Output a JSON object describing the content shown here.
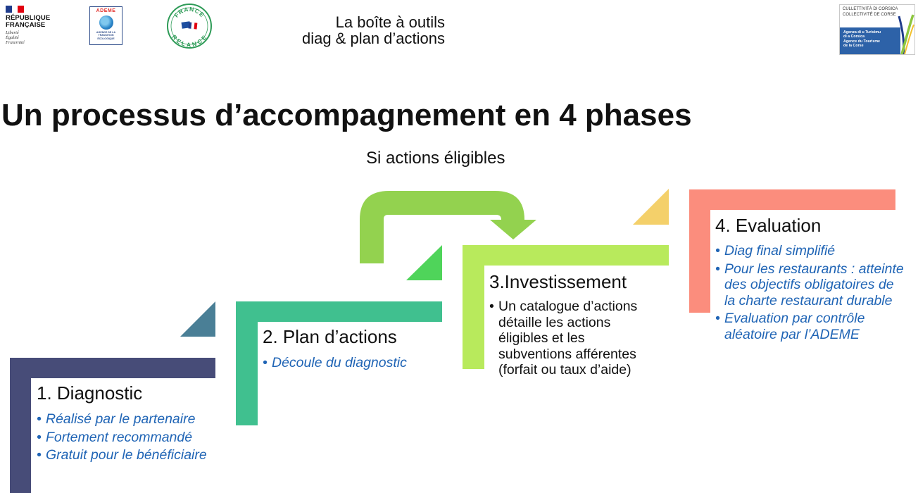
{
  "header": {
    "title_line1": "La boîte à outils",
    "title_line2": "diag & plan d’actions",
    "logos": {
      "republique": {
        "name_line1": "RÉPUBLIQUE",
        "name_line2": "FRANÇAISE",
        "motto": [
          "Liberté",
          "Égalité",
          "Fraternité"
        ]
      },
      "ademe": {
        "name": "ADEME",
        "subtitle": [
          "AGENCE DE LA",
          "TRANSITION",
          "ÉCOLOGIQUE"
        ]
      },
      "france_relance": {
        "top": "FRANCE",
        "bottom": "RELANCE"
      },
      "corsica": {
        "line1": "CULLETTIVITÀ DI CORSICA",
        "line2": "COLLECTIVITÉ DE CORSE",
        "band": [
          "Agenza di u Turisimu",
          "di a Corsica",
          "Agence du Tourisme",
          "de la Corse"
        ]
      }
    }
  },
  "page_title": "Un processus d’accompagnement en 4 phases",
  "loop_label": "Si actions éligibles",
  "phases": [
    {
      "title": "1. Diagnostic",
      "bullets": [
        "Réalisé par le partenaire",
        "Fortement recommandé",
        "Gratuit pour le bénéficiaire"
      ]
    },
    {
      "title": "2. Plan d’actions",
      "bullets": [
        "Découle du diagnostic"
      ]
    },
    {
      "title": "3.Investissement",
      "bullets": [
        "Un catalogue d’actions détaille les actions éligibles et les subventions afférentes (forfait ou taux d’aide)"
      ]
    },
    {
      "title": "4. Evaluation",
      "bullets": [
        "Diag final simplifié",
        "Pour les restaurants : atteinte des objectifs obligatoires de la charte restaurant durable",
        "Evaluation par contrôle aléatoire par l’ADEME"
      ]
    }
  ],
  "colors": {
    "phase1": "#474c78",
    "phase1_tri": "#4a7f96",
    "phase2": "#40c08f",
    "phase2_tri": "#4fd45a",
    "phase3": "#b8ea5c",
    "phase4": "#fb8d7d",
    "phase4_tri": "#f4d06a",
    "loop_arrow": "#93d24f",
    "bullet_blue": "#1f64b5"
  }
}
